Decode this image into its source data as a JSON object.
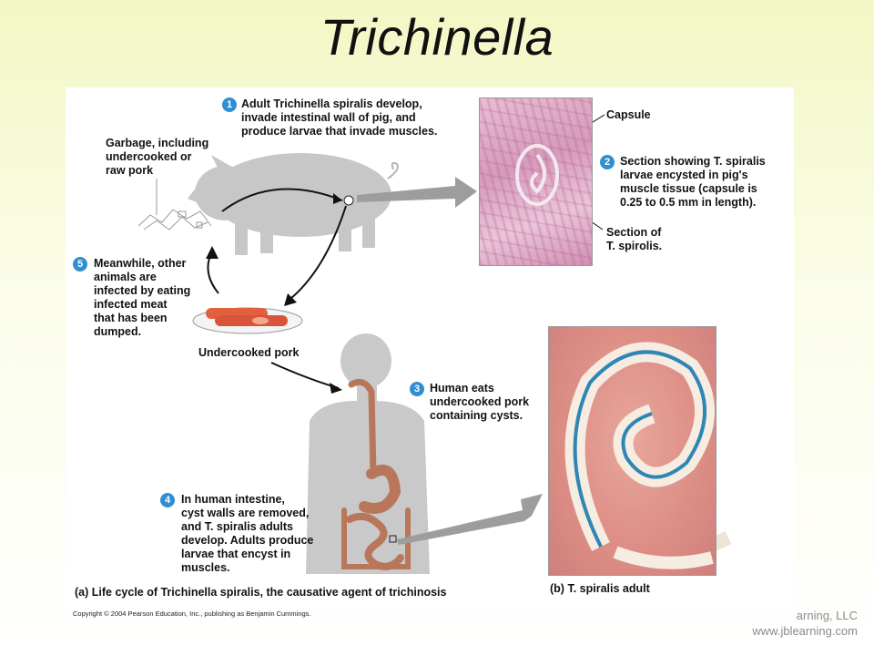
{
  "title": "Trichinella",
  "steps": {
    "s1": {
      "num": "1",
      "text": "Adult Trichinella spiralis develop,\ninvade intestinal wall of pig, and\nproduce larvae that invade muscles."
    },
    "s2": {
      "num": "2",
      "text": "Section showing T. spiralis\nlarvae encysted in pig's\nmuscle tissue (capsule is\n0.25 to 0.5 mm in length)."
    },
    "s3": {
      "num": "3",
      "text": "Human eats\nundercooked pork\ncontaining cysts."
    },
    "s4": {
      "num": "4",
      "text": "In human intestine,\ncyst walls are removed,\nand T. spiralis adults\ndevelop. Adults produce\nlarvae that encyst in\nmuscles."
    },
    "s5": {
      "num": "5",
      "text": "Meanwhile, other\nanimals are\ninfected by eating\ninfected meat\nthat has been\ndumped."
    }
  },
  "labels": {
    "garbage": "Garbage, including\nundercooked or\nraw pork",
    "capsule": "Capsule",
    "section_of": "Section of\nT. spirolis.",
    "undercooked_pork": "Undercooked pork"
  },
  "captions": {
    "a_prefix": "(a)",
    "a_text": "Life cycle of Trichinella spiralis, the causative agent of trichinosis",
    "b_prefix": "(b)",
    "b_text": "T. spiralis adult"
  },
  "copyright": "Copyright © 2004 Pearson Education, Inc., publishing as Benjamin Cummings.",
  "brand": {
    "line1": "arning, LLC",
    "line2": "www.jblearning.com"
  },
  "colors": {
    "step_badge": "#2f8fd0",
    "pig": "#c7c7c7",
    "human": "#c9c9c9",
    "gut": "#b8775a",
    "pork": "#e2603f"
  }
}
